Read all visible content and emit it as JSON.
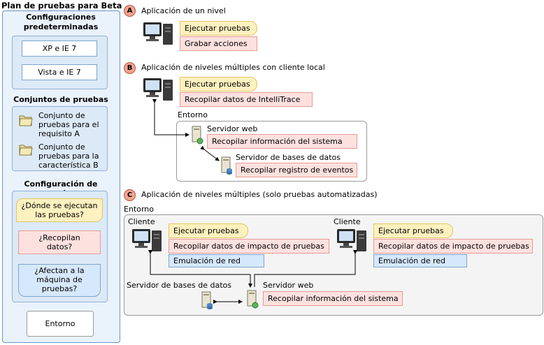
{
  "left": {
    "title": "Plan de pruebas para Beta",
    "configs": {
      "heading": "Configuraciones predeterminadas",
      "items": [
        "XP e IE 7",
        "Vista e IE 7"
      ]
    },
    "suites": {
      "heading": "Conjuntos de pruebas",
      "items": [
        "Conjunto de pruebas para el requisito A",
        "Conjunto de pruebas para la característica B"
      ]
    },
    "testconfig": {
      "heading": "Configuración de pruebas",
      "q1": "¿Dónde se ejecutan las pruebas?",
      "q2": "¿Recopilan datos?",
      "q3": "¿Afectan a la máquina de pruebas?",
      "env": "Entorno"
    }
  },
  "a": {
    "badge": "A",
    "title": "Aplicación de un nivel",
    "run": "Ejecutar pruebas",
    "record": "Grabar acciones"
  },
  "b": {
    "badge": "B",
    "title": "Aplicación de niveles múltiples con cliente local",
    "run": "Ejecutar pruebas",
    "collect": "Recopilar datos de IntelliTrace",
    "env": "Entorno",
    "web": "Servidor web",
    "web_collect": "Recopilar información del sistema",
    "db": "Servidor de bases de datos",
    "db_collect": "Recopilar registro de eventos"
  },
  "c": {
    "badge": "C",
    "title": "Aplicación de niveles múltiples (solo pruebas automatizadas)",
    "env": "Entorno",
    "client1": "Cliente",
    "client2": "Cliente",
    "run": "Ejecutar pruebas",
    "impact": "Recopilar datos de impacto de pruebas",
    "net": "Emulación de red",
    "db": "Servidor de bases de datos",
    "web": "Servidor web",
    "web_collect": "Recopilar información del sistema"
  }
}
